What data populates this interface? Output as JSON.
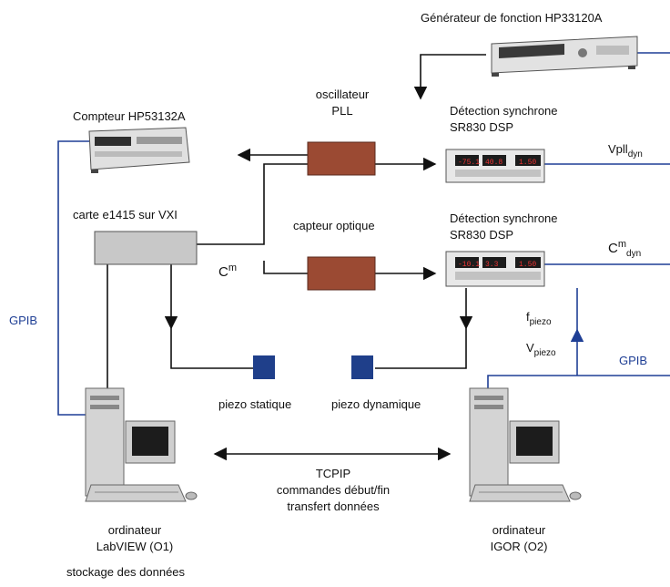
{
  "labels": {
    "generator": "Générateur de fonction HP33120A",
    "pll_line1": "oscillateur",
    "pll_line2": "PLL",
    "counter": "Compteur HP53132A",
    "sr830_1_line1": "Détection synchrone",
    "sr830_1_line2": "SR830 DSP",
    "vpll_main": "Vpll",
    "vpll_sub": "dyn",
    "card": "carte e1415 sur VXI",
    "optical": "capteur optique",
    "sr830_2_line1": "Détection synchrone",
    "sr830_2_line2": "SR830 DSP",
    "cm_dyn_main": "C",
    "cm_dyn_sup": "m",
    "cm_dyn_sub": "dyn",
    "cm_main": "C",
    "cm_sup": "m",
    "gpib_left": "GPIB",
    "gpib_right": "GPIB",
    "fpiezo_main": "f",
    "fpiezo_sub": "piezo",
    "vpiezo_main": "V",
    "vpiezo_sub": "piezo",
    "piezo_static": "piezo statique",
    "piezo_dynamic": "piezo dynamique",
    "tcpip": "TCPIP",
    "commands": "commandes début/fin",
    "transfer": "transfert données",
    "computer1_line1": "ordinateur",
    "computer1_line2": "LabVIEW (O1)",
    "computer2_line1": "ordinateur",
    "computer2_line2": "IGOR (O2)",
    "storage": "stockage des données"
  },
  "colors": {
    "gpib_line": "#1f3f95",
    "block_fill": "#9b4a33",
    "card_fill": "#c8c8c8",
    "piezo_fill": "#1f3f8a",
    "line": "#111111"
  }
}
